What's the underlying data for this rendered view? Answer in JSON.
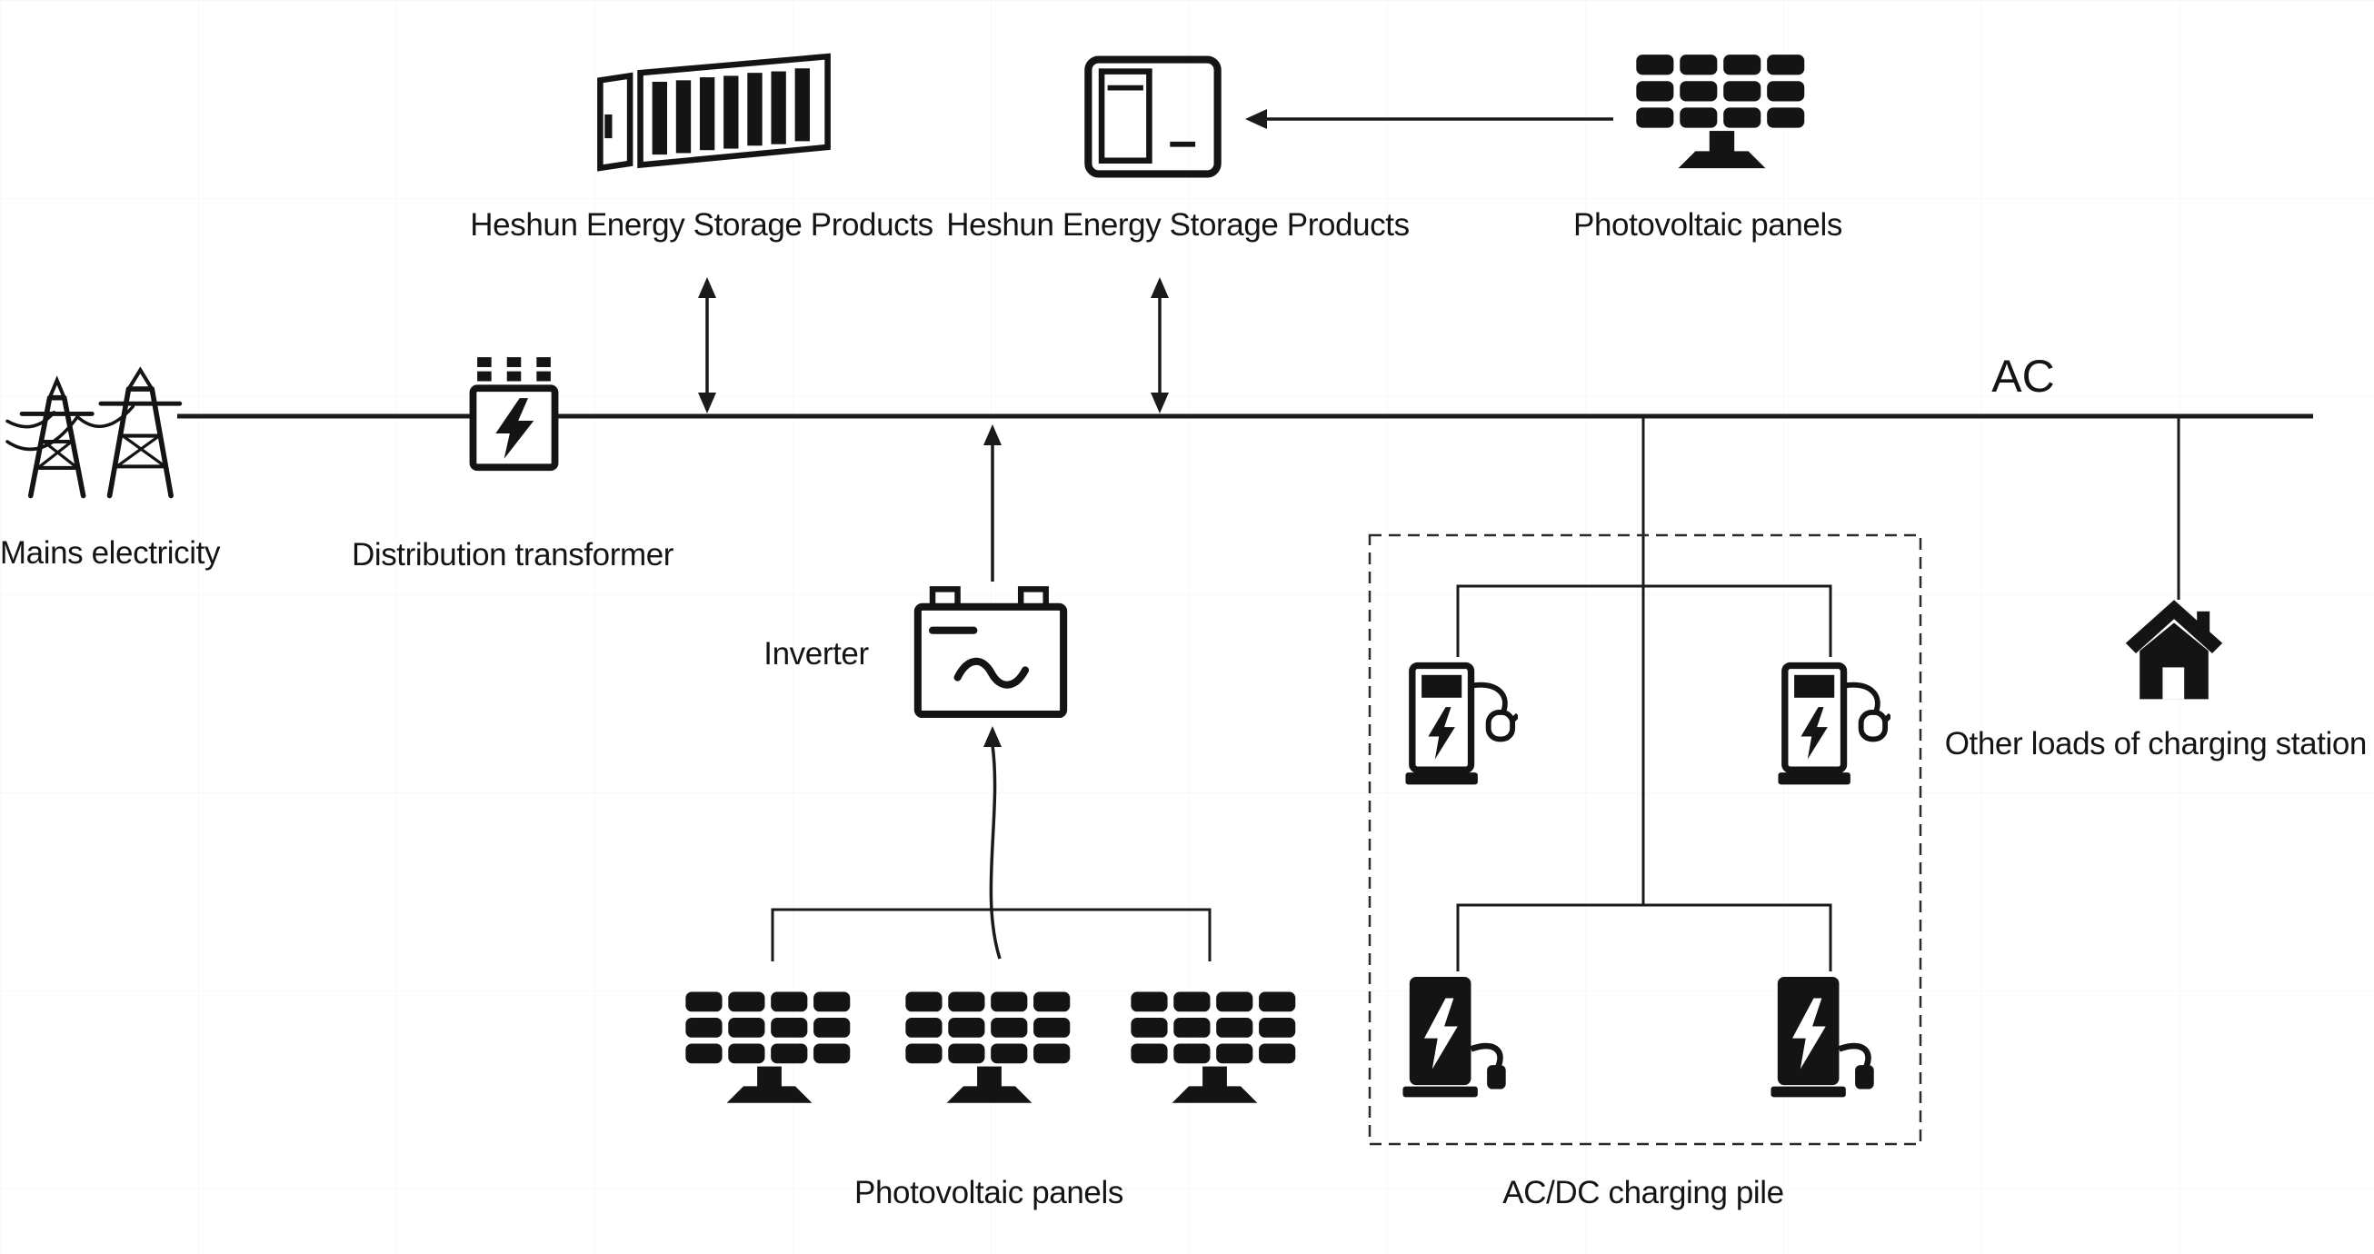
{
  "labels": {
    "storage_left": "Heshun Energy Storage Products",
    "storage_mid": "Heshun Energy Storage Products",
    "pv_top": "Photovoltaic panels",
    "mains": "Mains electricity",
    "transformer": "Distribution transformer",
    "ac_bus": "AC",
    "inverter": "Inverter",
    "pv_bottom": "Photovoltaic panels",
    "charging_pile": "AC/DC charging pile",
    "other_loads": "Other loads of charging station"
  },
  "icons": [
    {
      "name": "energy-storage-container-icon",
      "meaning": "containerized battery energy storage"
    },
    {
      "name": "energy-storage-cabinet-icon",
      "meaning": "energy storage cabinet"
    },
    {
      "name": "photovoltaic-panel-icon",
      "meaning": "solar PV panel"
    },
    {
      "name": "transmission-towers-icon",
      "meaning": "mains electricity grid towers"
    },
    {
      "name": "distribution-transformer-icon",
      "meaning": "distribution transformer"
    },
    {
      "name": "inverter-icon",
      "meaning": "DC/AC inverter"
    },
    {
      "name": "ac-charging-pile-icon",
      "meaning": "AC charging pile"
    },
    {
      "name": "dc-charging-pile-icon",
      "meaning": "DC charging pile"
    },
    {
      "name": "house-icon",
      "meaning": "other loads of charging station"
    }
  ],
  "colors": {
    "ink": "#141414",
    "line": "#1a1a1a",
    "background": "#ffffff"
  }
}
